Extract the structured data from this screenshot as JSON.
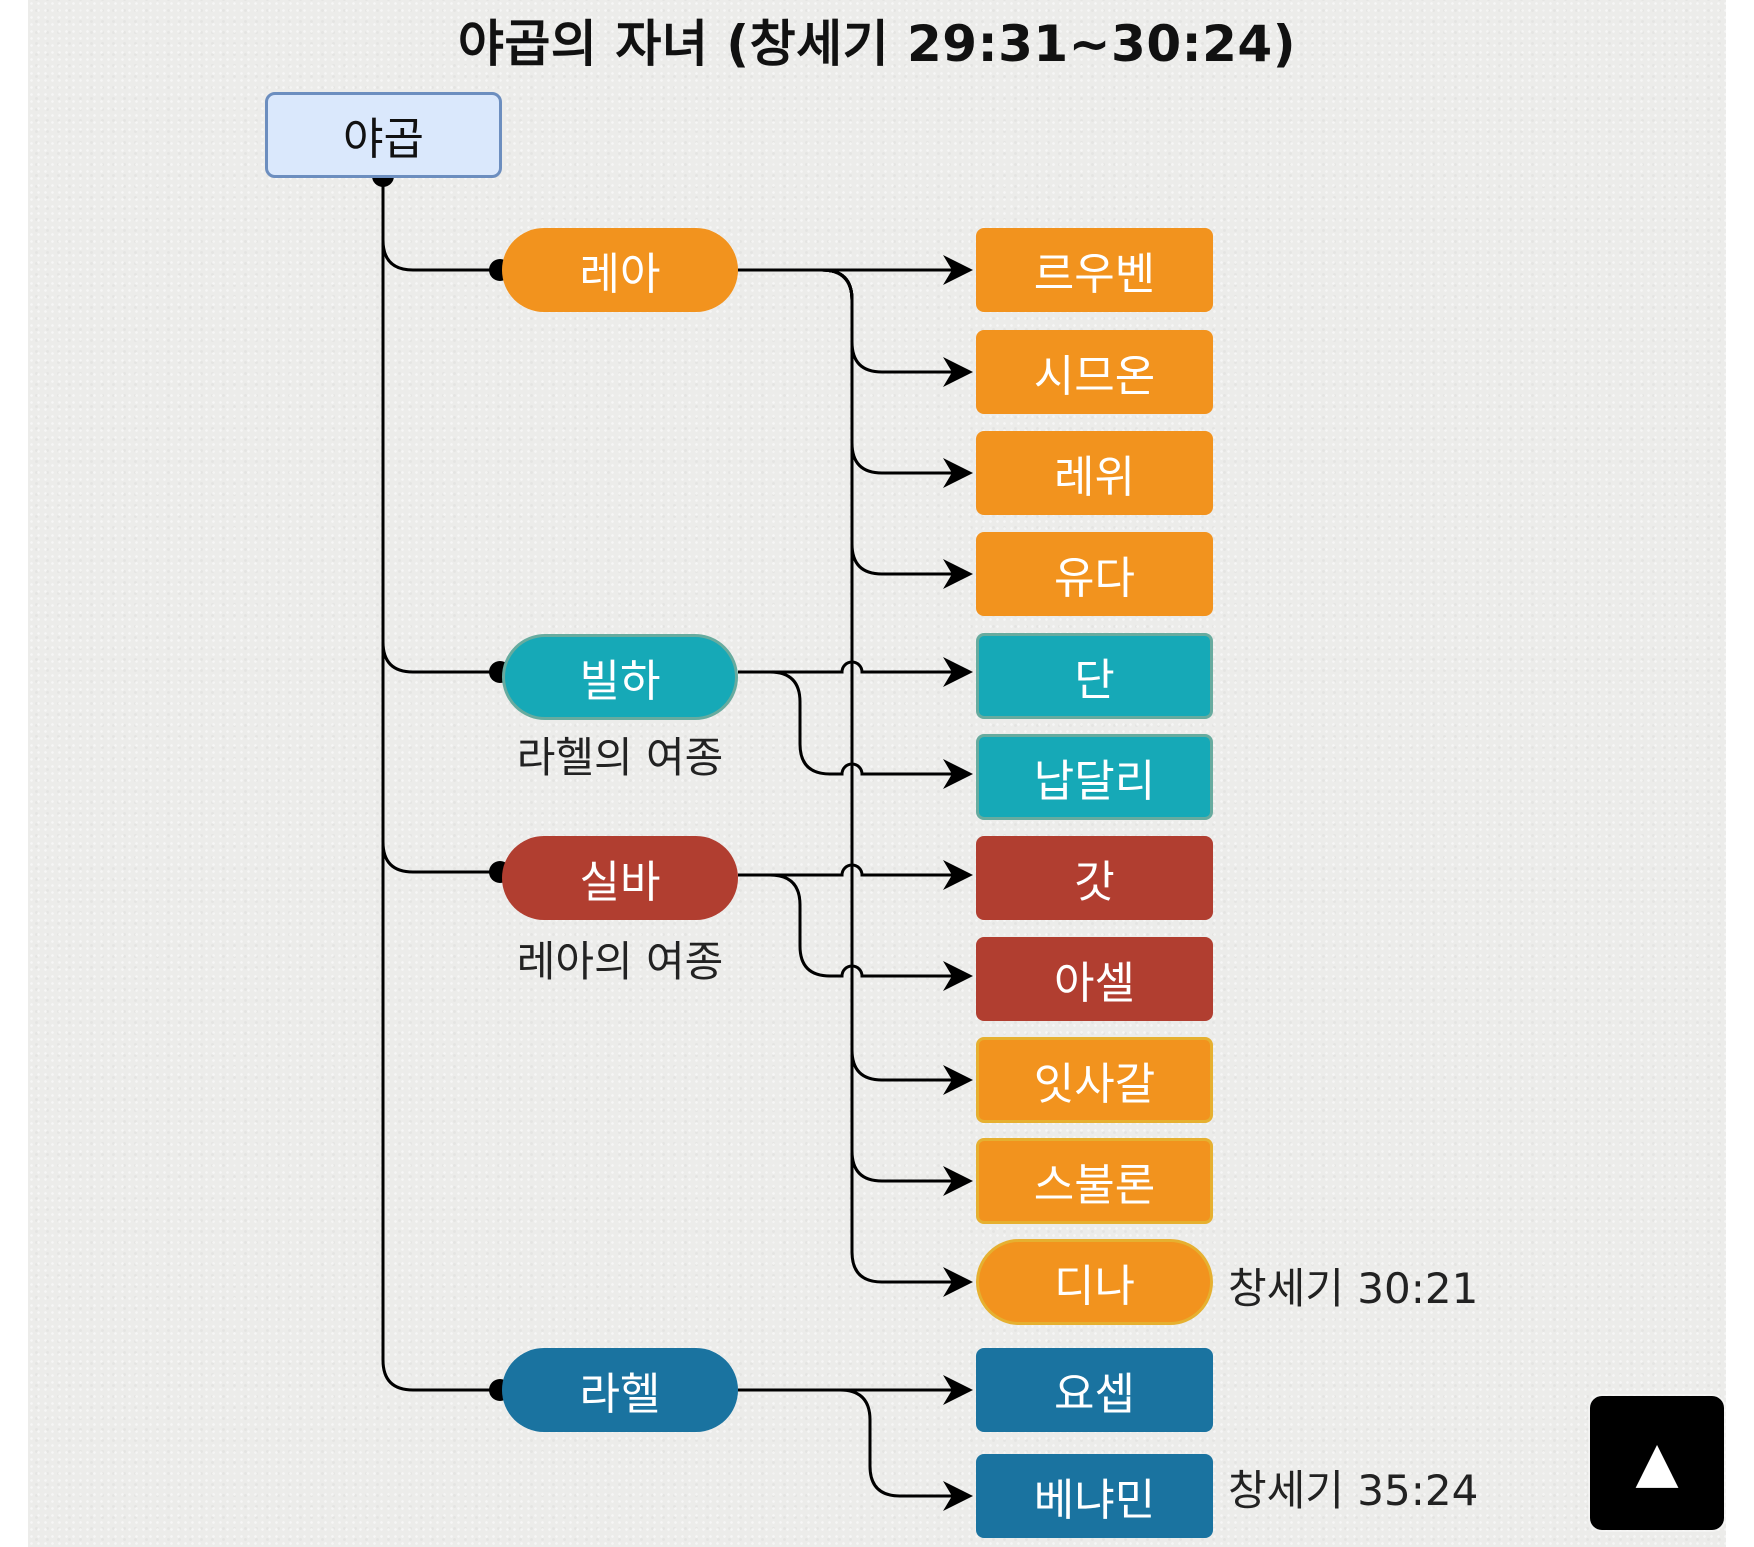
{
  "title": "야곱의 자녀 (창세기 29:31~30:24)",
  "root": {
    "name": "야곱"
  },
  "mothers": [
    {
      "id": "leah",
      "name": "레아",
      "note": ""
    },
    {
      "id": "bilhah",
      "name": "빌하",
      "note": "라헬의 여종"
    },
    {
      "id": "zilpah",
      "name": "실바",
      "note": "레아의 여종"
    },
    {
      "id": "rachel",
      "name": "라헬",
      "note": ""
    }
  ],
  "children": [
    {
      "name": "르우벤",
      "mother": "leah",
      "ref": ""
    },
    {
      "name": "시므온",
      "mother": "leah",
      "ref": ""
    },
    {
      "name": "레위",
      "mother": "leah",
      "ref": ""
    },
    {
      "name": "유다",
      "mother": "leah",
      "ref": ""
    },
    {
      "name": "단",
      "mother": "bilhah",
      "ref": ""
    },
    {
      "name": "납달리",
      "mother": "bilhah",
      "ref": ""
    },
    {
      "name": "갓",
      "mother": "zilpah",
      "ref": ""
    },
    {
      "name": "아셀",
      "mother": "zilpah",
      "ref": ""
    },
    {
      "name": "잇사갈",
      "mother": "leah",
      "ref": ""
    },
    {
      "name": "스불론",
      "mother": "leah",
      "ref": ""
    },
    {
      "name": "디나",
      "mother": "leah",
      "ref": "창세기 30:21"
    },
    {
      "name": "요셉",
      "mother": "rachel",
      "ref": ""
    },
    {
      "name": "베냐민",
      "mother": "rachel",
      "ref": "창세기 35:24"
    }
  ],
  "colors": {
    "leah": "#f2931e",
    "bilhah": "#16a9b7",
    "zilpah": "#b13e30",
    "rachel": "#1a73a0",
    "root_fill": "#dae8fc",
    "root_border": "#6c8ebf"
  },
  "scroll_top_icon": "up-triangle-icon",
  "scroll_top_glyph": "▲"
}
